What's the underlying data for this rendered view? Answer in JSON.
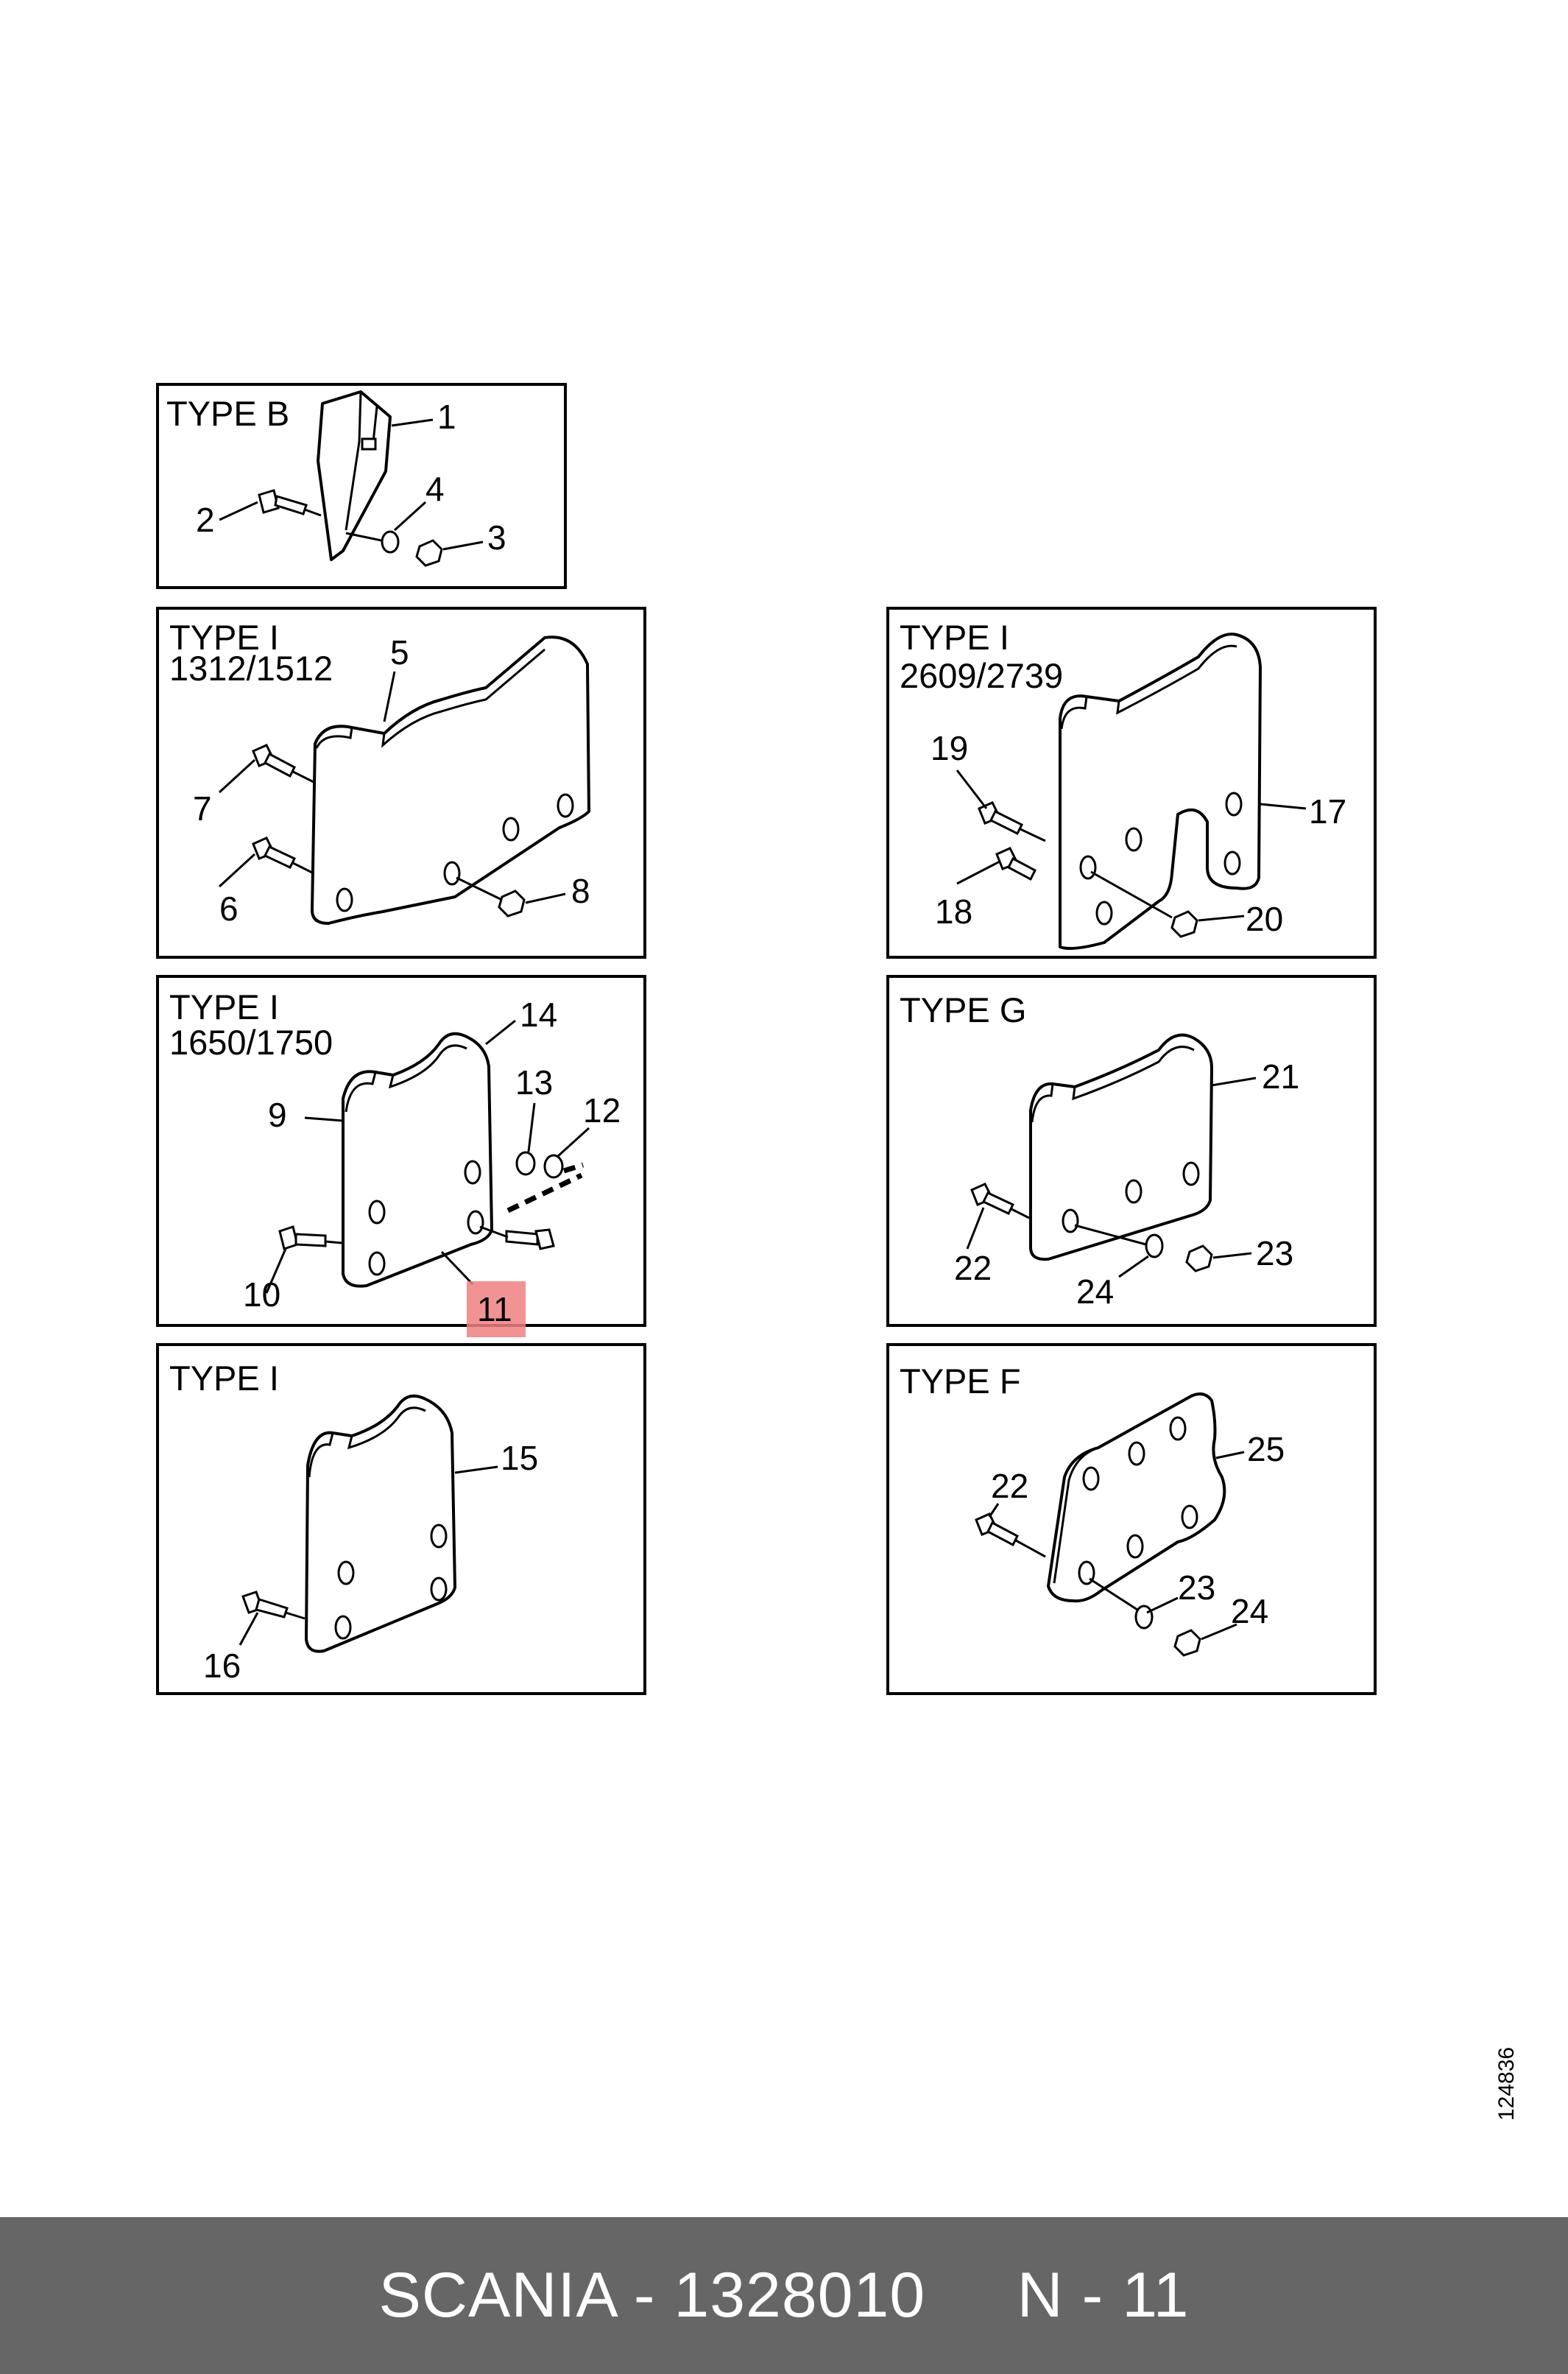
{
  "panels": [
    {
      "title": "TYPE B",
      "subtitle": "",
      "callouts": [
        "1",
        "2",
        "3",
        "4"
      ]
    },
    {
      "title": "TYPE I",
      "subtitle": "1312/1512",
      "callouts": [
        "5",
        "6",
        "7",
        "8"
      ]
    },
    {
      "title": "TYPE I",
      "subtitle": "2609/2739",
      "callouts": [
        "17",
        "18",
        "19",
        "20"
      ]
    },
    {
      "title": "TYPE I",
      "subtitle": "1650/1750",
      "callouts": [
        "9",
        "10",
        "11",
        "12",
        "13",
        "14"
      ]
    },
    {
      "title": "TYPE G",
      "subtitle": "",
      "callouts": [
        "21",
        "22",
        "23",
        "24"
      ]
    },
    {
      "title": "TYPE I",
      "subtitle": "",
      "callouts": [
        "15",
        "16"
      ]
    },
    {
      "title": "TYPE F",
      "subtitle": "",
      "callouts": [
        "22",
        "23",
        "24",
        "25"
      ]
    }
  ],
  "highlighted_callout": "11",
  "highlight_color": "#f08080",
  "doc_number": "124836",
  "footer": {
    "brand_part": "SCANIA - 1328010",
    "page_ref": "N - 11",
    "background": "#666666",
    "text_color": "#ffffff"
  }
}
